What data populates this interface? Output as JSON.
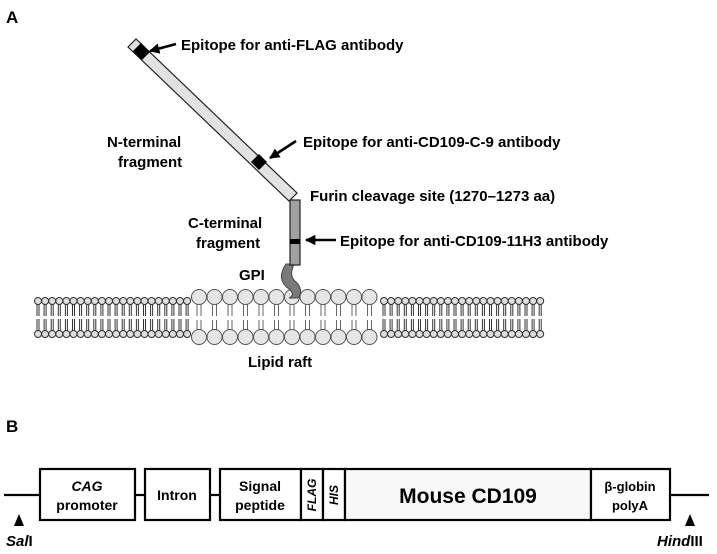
{
  "panel_a": {
    "label": "A",
    "epitope_flag": "Epitope for anti-FLAG antibody",
    "n_terminal_line1": "N-terminal",
    "n_terminal_line2": "fragment",
    "epitope_c9": "Epitope for anti-CD109-C-9 antibody",
    "furin_site": "Furin cleavage site (1270–1273 aa)",
    "c_terminal_line1": "C-terminal",
    "c_terminal_line2": "fragment",
    "epitope_11h3": "Epitope for anti-CD109-11H3 antibody",
    "gpi": "GPI",
    "lipid_raft": "Lipid raft"
  },
  "panel_b": {
    "label": "B",
    "cag_italic": "CAG",
    "promoter": "promoter",
    "intron": "Intron",
    "signal_line1": "Signal",
    "signal_line2": "peptide",
    "flag": "FLAG",
    "his": "HIS",
    "cd109": "Mouse CD109",
    "globin_line1": "β-globin",
    "globin_line2": "polyA",
    "sal_italic": "Sal",
    "sal_rest": "I",
    "hind_italic": "Hind",
    "hind_rest": "III"
  },
  "colors": {
    "fragment_fill": "#e2e2e2",
    "c_terminal_fill": "#a0a0a0",
    "gpi_fill": "#7a7a7a",
    "lipid_head": "#dedede",
    "lipid_raft_head": "#e6e6e6",
    "outline": "#222222"
  }
}
